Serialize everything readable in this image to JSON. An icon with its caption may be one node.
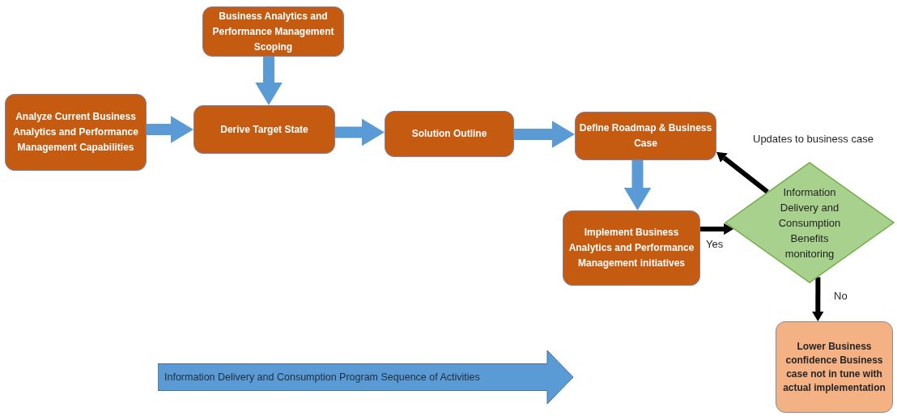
{
  "diagram": {
    "nodes": [
      {
        "text": [
          "Business Analytics and Performance Management Scoping"
        ]
      },
      {
        "text": [
          "Analyze Current Business Analytics and Performance Management Capabilities"
        ]
      },
      {
        "text": [
          "Derive Target State"
        ]
      },
      {
        "text": [
          "Solution Outline"
        ]
      },
      {
        "text": [
          "Define Roadmap & Business Case"
        ]
      },
      {
        "text": [
          "Implement Business Analytics and Performance Management initiatives"
        ]
      },
      {
        "text": [
          "Information Delivery and Consumption Benefits monitoring"
        ]
      },
      {
        "text": [
          "Lower Business confidence Business case not in tune with actual implementation"
        ]
      },
      {
        "text": [
          "Information Delivery and Consumption Program Sequence of Activities"
        ]
      }
    ],
    "edges": [
      {
        "from": 0,
        "to": 2,
        "arrow": "to"
      },
      {
        "from": 1,
        "to": 2,
        "arrow": "to"
      },
      {
        "from": 2,
        "to": 3,
        "arrow": "to"
      },
      {
        "from": 3,
        "to": 4,
        "arrow": "to"
      },
      {
        "from": 4,
        "to": 5,
        "arrow": "to"
      },
      {
        "from": 5,
        "to": 6,
        "arrow": "to",
        "label": "Yes",
        "color": "#000000"
      },
      {
        "from": 6,
        "to": 4,
        "arrow": "to",
        "label": "Updates to business case",
        "color": "#000000"
      },
      {
        "from": 6,
        "to": 7,
        "arrow": "to",
        "label": "No",
        "color": "#000000"
      }
    ]
  }
}
